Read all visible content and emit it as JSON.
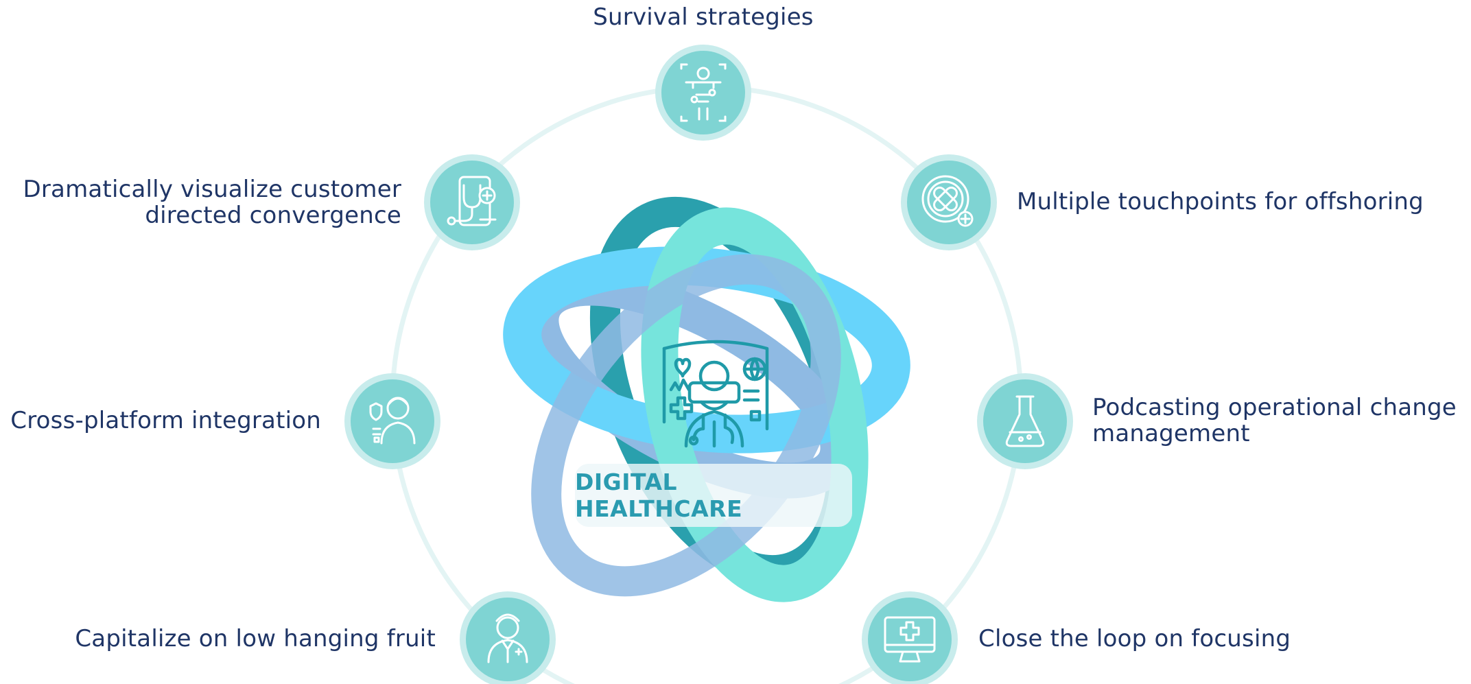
{
  "center": {
    "title": "DIGITAL HEALTHCARE",
    "icon": "vr-doctor-icon"
  },
  "nodes": [
    {
      "id": "n1",
      "label_lines": [
        "Survival strategies"
      ],
      "icon": "body-scan-icon"
    },
    {
      "id": "n2",
      "label_lines": [
        "Multiple touchpoints for offshoring"
      ],
      "icon": "bandage-icon"
    },
    {
      "id": "n3",
      "label_lines": [
        "Podcasting operational change",
        "management"
      ],
      "icon": "flask-icon"
    },
    {
      "id": "n4",
      "label_lines": [
        "Close the loop on focusing"
      ],
      "icon": "monitor-cross-icon"
    },
    {
      "id": "n5",
      "label_lines": [
        "Capitalize on low hanging fruit"
      ],
      "icon": "doctor-icon"
    },
    {
      "id": "n6",
      "label_lines": [
        "Cross-platform integration"
      ],
      "icon": "patient-icon"
    },
    {
      "id": "n7",
      "label_lines": [
        "Dramatically visualize customer",
        "directed convergence"
      ],
      "icon": "phone-stethoscope-icon"
    }
  ],
  "colors": {
    "text": "#1f3566",
    "node_fill": "#7fd4d3",
    "node_halo": "#c8ecec",
    "ring": "#e3f4f4",
    "band_mint": "#76e4dc",
    "band_sky": "#67d4fb",
    "band_blue": "#8fbae3",
    "band_teal": "#2aa0ad",
    "accent": "#2a9bb0"
  }
}
